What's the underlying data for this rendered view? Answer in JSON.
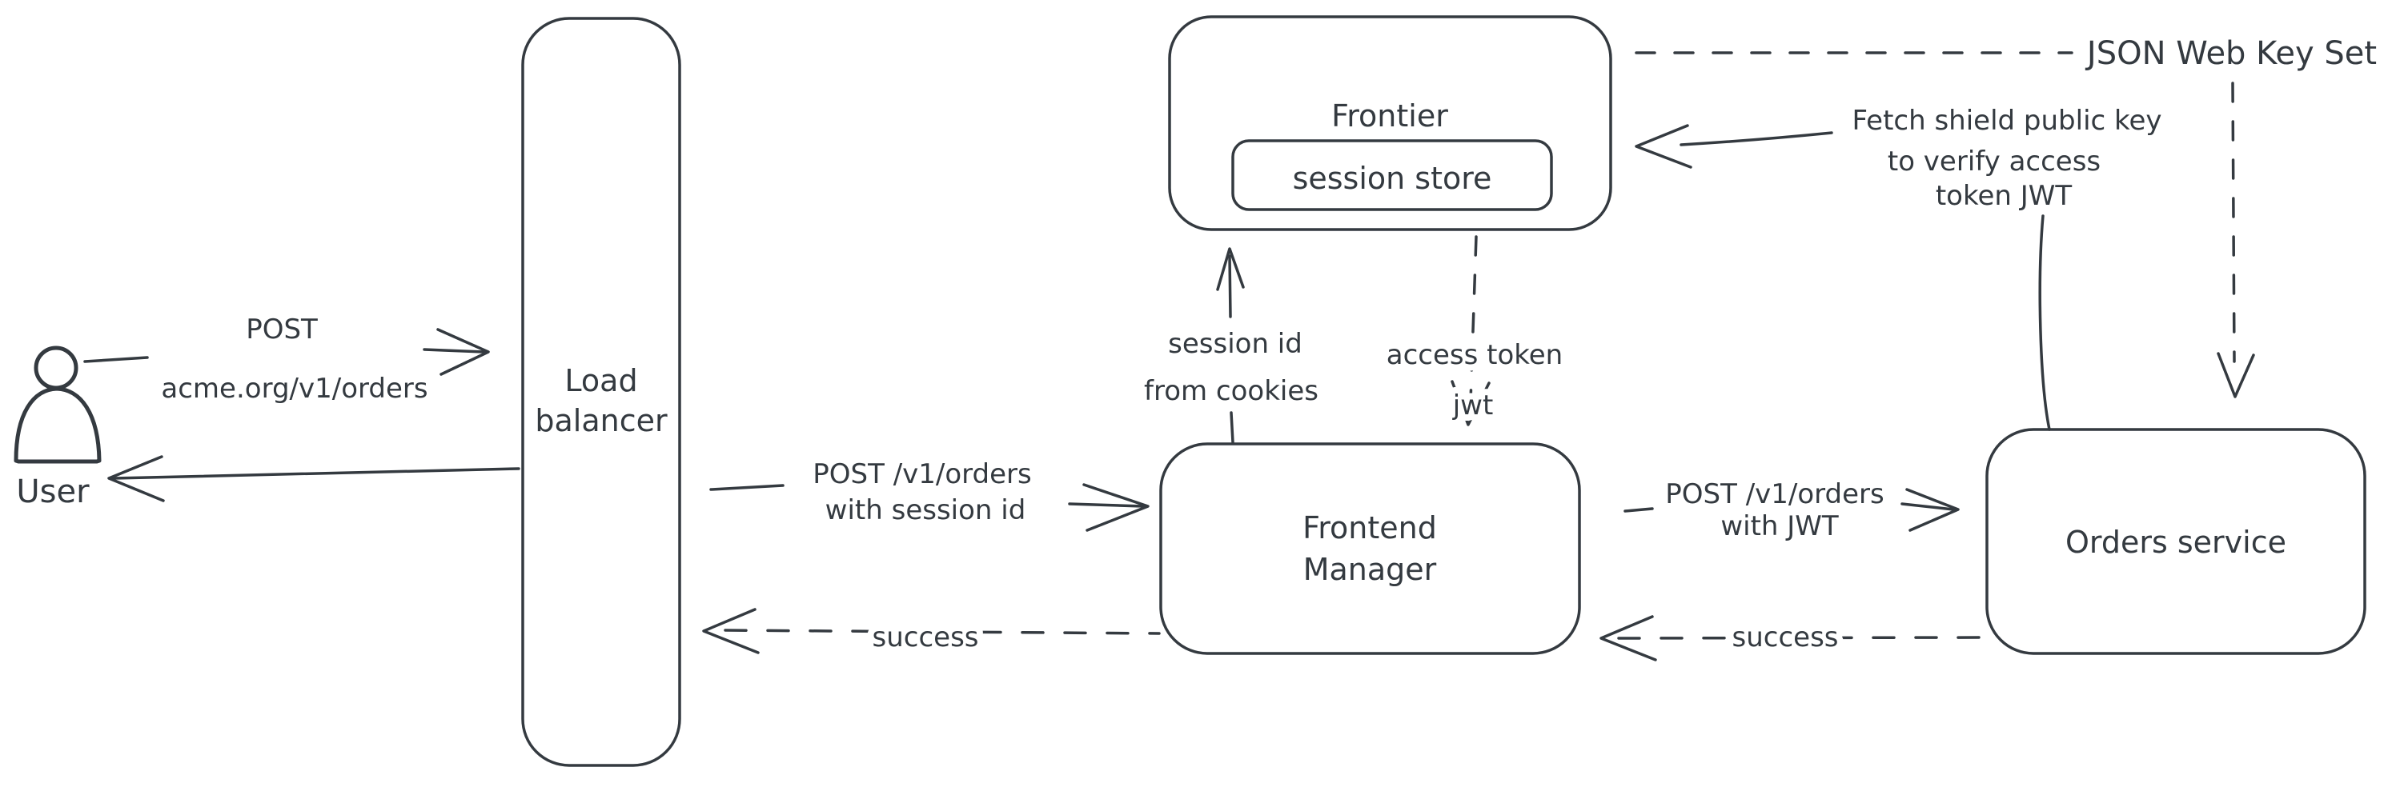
{
  "colors": {
    "stroke": "#343a40",
    "hatch_fill": "#ccd6de",
    "background": "#ffffff"
  },
  "nodes": {
    "user": {
      "label": "User"
    },
    "load_balancer": {
      "lines": [
        "Load",
        "balancer"
      ]
    },
    "frontier": {
      "label": "Frontier"
    },
    "session_store": {
      "label": "session store"
    },
    "frontend_manager": {
      "lines": [
        "Frontend",
        "Manager"
      ]
    },
    "orders_service": {
      "label": "Orders service"
    }
  },
  "edges": {
    "user_to_lb": {
      "style": "solid",
      "lines": [
        "POST",
        "acme.org/v1/orders"
      ]
    },
    "lb_to_user": {
      "style": "solid"
    },
    "lb_to_fm": {
      "style": "solid",
      "lines": [
        "POST /v1/orders",
        "with session id"
      ]
    },
    "fm_to_lb_success": {
      "style": "dashed",
      "label": "success"
    },
    "fm_to_frontier": {
      "style": "solid",
      "lines": [
        "session id",
        "from cookies"
      ]
    },
    "frontier_to_fm": {
      "style": "dashed",
      "lines": [
        "access token",
        "jwt"
      ]
    },
    "fm_to_orders": {
      "style": "solid",
      "lines": [
        "POST /v1/orders",
        "with JWT"
      ]
    },
    "orders_to_fm_success": {
      "style": "dashed",
      "label": "success"
    },
    "orders_to_frontier": {
      "style": "solid",
      "lines": [
        "Fetch shield public key",
        "to verify access",
        "token JWT"
      ]
    },
    "frontier_to_jwks": {
      "style": "dashed",
      "label": "JSON Web Key Set"
    },
    "jwks_to_orders": {
      "style": "dashed"
    }
  }
}
